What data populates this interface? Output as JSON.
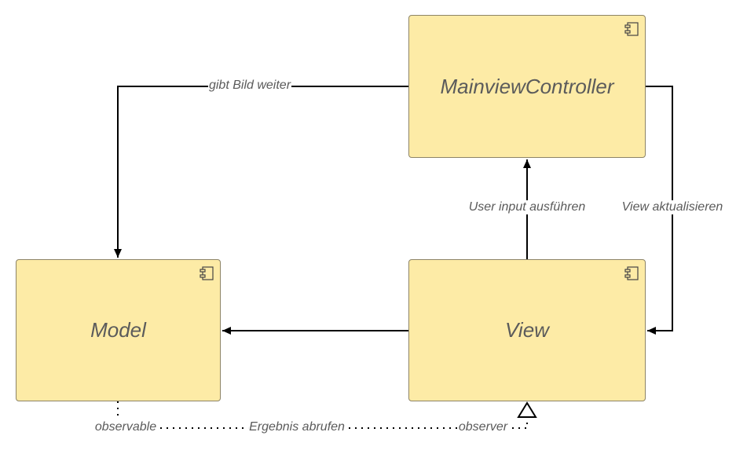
{
  "nodes": {
    "controller": {
      "title": "MainviewController"
    },
    "model": {
      "title": "Model"
    },
    "view": {
      "title": "View"
    }
  },
  "edges": {
    "controller_to_model": {
      "label": "gibt Bild weiter"
    },
    "view_to_controller": {
      "label": "User input ausführen"
    },
    "controller_to_view": {
      "label": "View aktualisieren"
    },
    "model_observer": {
      "source_label": "observable",
      "middle_label": "Ergebnis abrufen",
      "target_label": "observer"
    }
  },
  "colors": {
    "node_fill": "#fdeba6",
    "node_border": "#8d8466",
    "text": "#5b5b5b",
    "line": "#000000"
  },
  "icons": {
    "node_icon": "uml-component-icon"
  }
}
